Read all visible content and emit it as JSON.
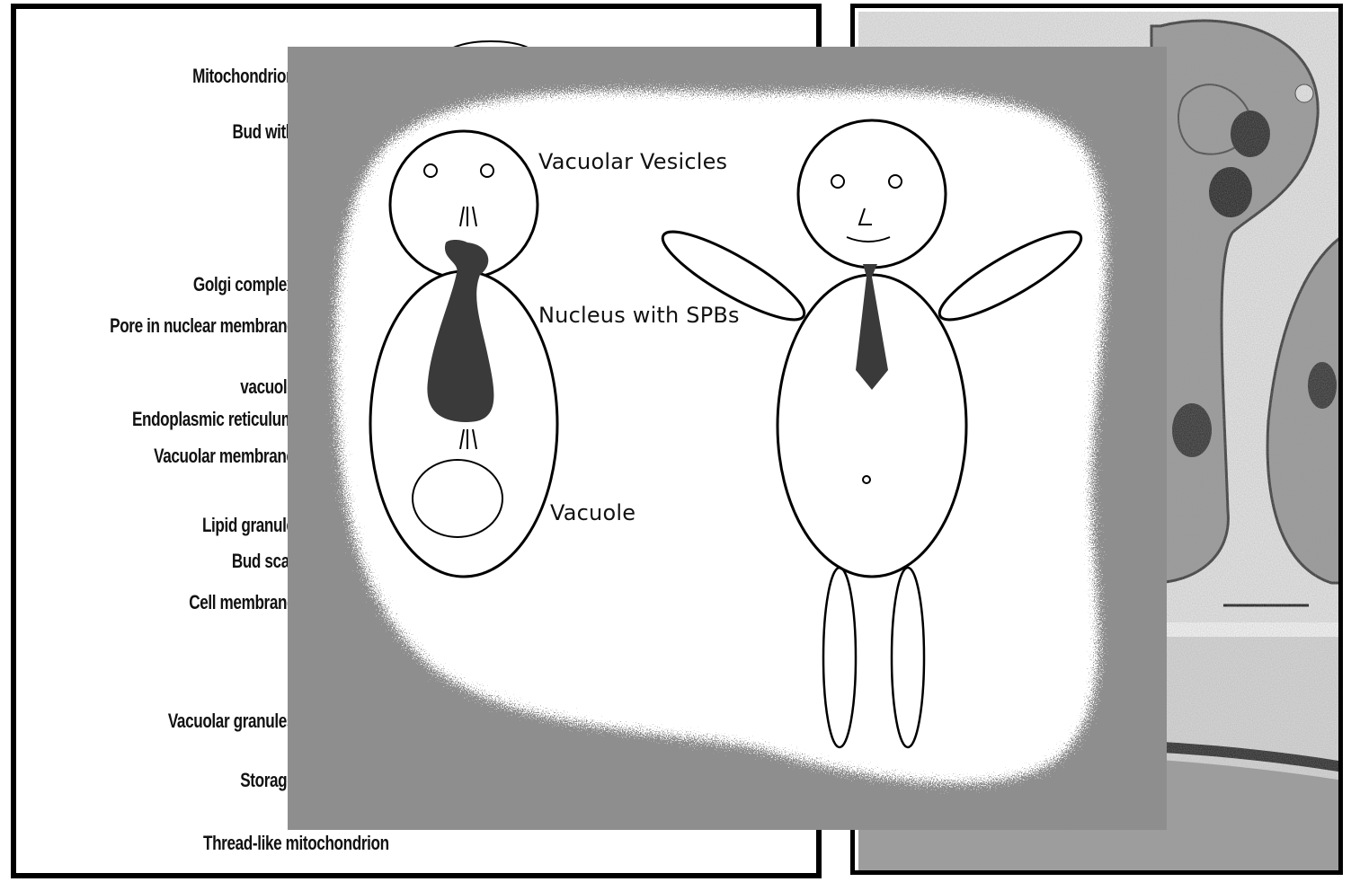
{
  "left_panel": {
    "labels": [
      "Mitochondrion",
      "Bud with",
      "Golgi complex",
      "Pore in nuclear membrane",
      "vacuole",
      "Endoplasmic reticulum",
      "Vacuolar membrane",
      "Lipid granule",
      "Bud scar",
      "Cell membrane",
      "Vacuolar granules",
      "Storage",
      "Thread-like mitochondrion"
    ]
  },
  "overlay": {
    "labels": {
      "vesicles": "Vacuolar Vesicles",
      "nucleus": "Nucleus with SPBs",
      "vacuole": "Vacuole"
    },
    "colors": {
      "background": "#8e8e8e",
      "nucleus_fill": "#3a3a3a",
      "tie_fill": "#3a3a3a"
    }
  },
  "right_panel": {
    "image": "electron micrograph of yeast cells"
  }
}
